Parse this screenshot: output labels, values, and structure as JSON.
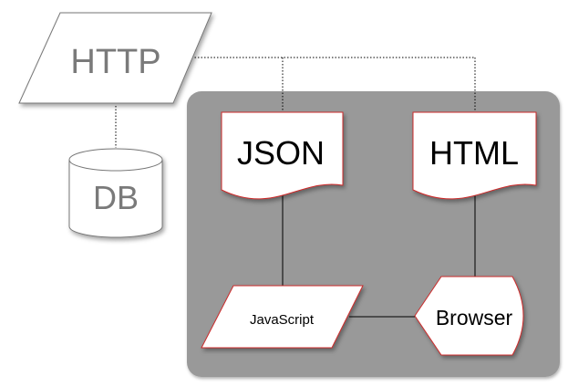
{
  "nodes": {
    "http": {
      "label": "HTTP"
    },
    "db": {
      "label": "DB"
    },
    "json": {
      "label": "JSON"
    },
    "html": {
      "label": "HTML"
    },
    "javascript": {
      "label": "JavaScript"
    },
    "browser": {
      "label": "Browser"
    }
  },
  "colors": {
    "background": "#ffffff",
    "container_fill": "#999999",
    "shape_fill": "#ffffff",
    "gray_outline": "#777777",
    "red_outline": "#cc2b2b",
    "gray_text": "#7a7a7a",
    "black_text": "#000000",
    "connector": "#000000"
  }
}
